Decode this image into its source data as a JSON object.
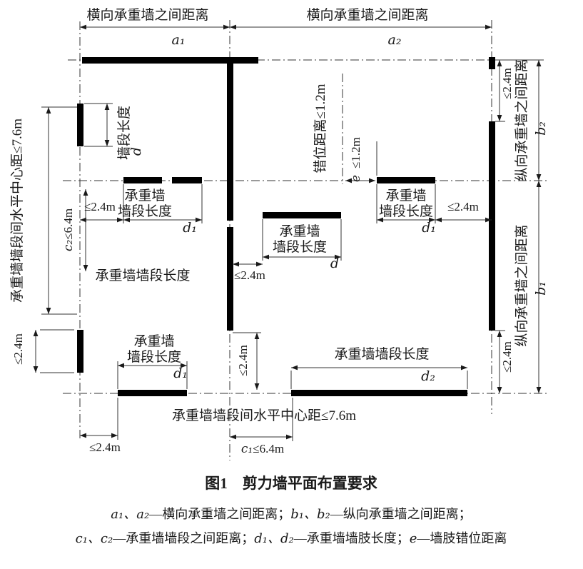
{
  "colors": {
    "background": "#ffffff",
    "ink": "#1a1a1a",
    "wall": "#000000"
  },
  "figure": {
    "caption": "图1　剪力墙平面布置要求"
  },
  "labels": {
    "transverse_distance": "横向承重墙之间距离",
    "longitudinal_distance": "纵向承重墙之间距离",
    "horizontal_center_distance": "承重墙墙段间水平中心距≤7.6m",
    "bearing_wall": "承重墙",
    "segment_length": "墙段长度",
    "bearing_wall_segment_length": "承重墙墙段长度",
    "misalign_distance": "错位距离≤1.2m",
    "le_24m": "≤2.4m",
    "le_12m": "≤1.2m",
    "le_64m": "≤6.4m",
    "a1": "a₁",
    "a2": "a₂",
    "b1": "b₁",
    "b2": "b₂",
    "c1": "c₁",
    "c2": "c₂",
    "d": "d",
    "d1": "d₁",
    "d2": "d₂",
    "e": "e"
  },
  "legend": {
    "line1_var1": "a₁、a₂",
    "line1_text1": "—横向承重墙之间距离；",
    "line1_var2": "b₁、b₂",
    "line1_text2": "—纵向承重墙之间距离；",
    "line2_var1": "c₁、c₂",
    "line2_text1": "—承重墙墙段之间距离；",
    "line2_var2": "d₁、d₂",
    "line2_text2": "—承重墙墙肢长度；",
    "line2_var3": "e",
    "line2_text3": "—墙肢错位距离"
  }
}
